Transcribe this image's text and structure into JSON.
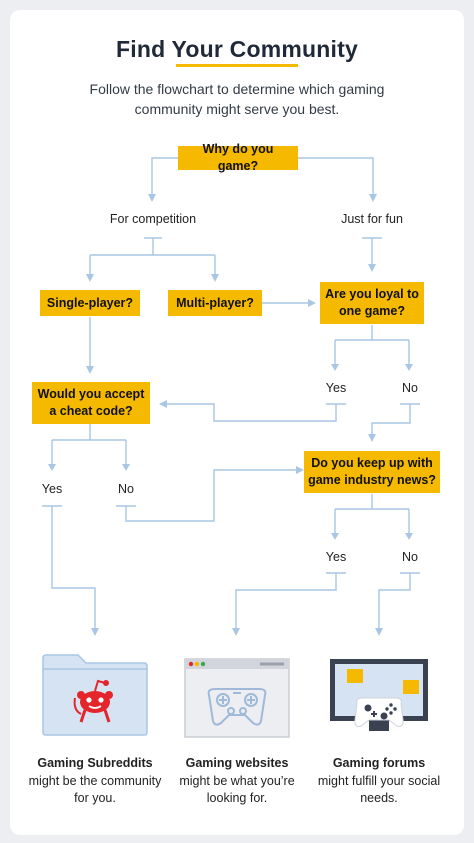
{
  "header": {
    "title": "Find Your Community",
    "subtitle": "Follow the flowchart to determine which gaming community might serve you best."
  },
  "questions": {
    "why": "Why do you game?",
    "single": "Single-player?",
    "multi": "Multi-player?",
    "loyal": "Are you loyal to one game?",
    "cheat": "Would you accept a cheat code?",
    "news": "Do you keep up with game industry news?"
  },
  "answers": {
    "competition": "For competition",
    "fun": "Just for fun",
    "loyal_yes": "Yes",
    "loyal_no": "No",
    "cheat_yes": "Yes",
    "cheat_no": "No",
    "news_yes": "Yes",
    "news_no": "No"
  },
  "outcomes": [
    {
      "title": "Gaming Subreddits",
      "text": "might be the community for you.",
      "icon": "reddit-folder-icon"
    },
    {
      "title": "Gaming websites",
      "text": "might be what you’re looking for.",
      "icon": "browser-gamepad-icon"
    },
    {
      "title": "Gaming forums",
      "text": "might fulfill your social needs.",
      "icon": "monitor-controller-icon"
    }
  ],
  "colors": {
    "question_fill": "#f5b900",
    "connector": "#a9c6e4",
    "icon_bg": "#d6e3f3",
    "accent_red": "#e4252b"
  }
}
